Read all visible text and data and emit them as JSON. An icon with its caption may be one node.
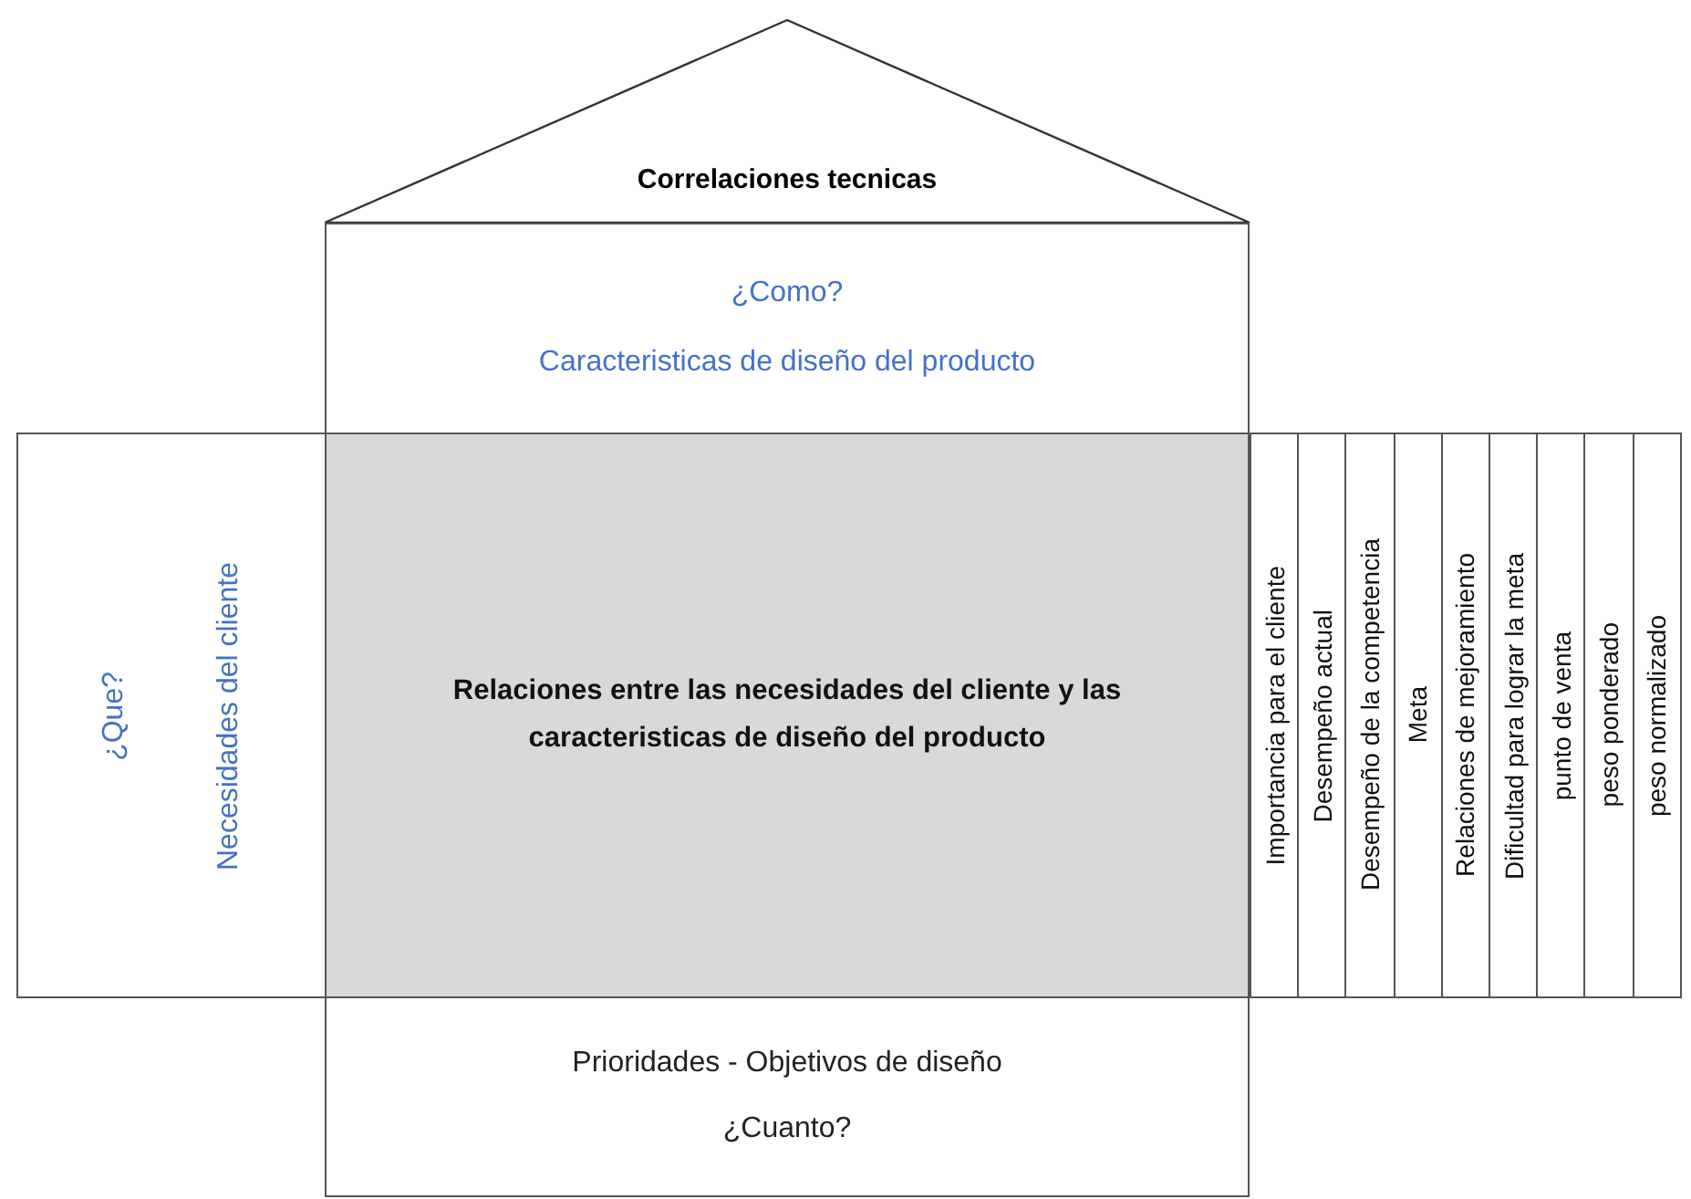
{
  "diagram": {
    "nodes": [
      {
        "text": [
          "Correlaciones tecnicas"
        ]
      },
      {
        "text": [
          "¿Como?",
          "Caracteristicas de diseño del producto"
        ]
      },
      {
        "text": [
          "¿Que?",
          "Necesidades del cliente"
        ]
      },
      {
        "text": [
          "Relaciones entre las necesidades del cliente y las caracteristicas de diseño del producto"
        ]
      },
      {
        "text": [
          "Importancia para el cliente"
        ]
      },
      {
        "text": [
          "Desempeño actual"
        ]
      },
      {
        "text": [
          "Desempeño de la competencia"
        ]
      },
      {
        "text": [
          "Meta"
        ]
      },
      {
        "text": [
          "Relaciones de mejoramiento"
        ]
      },
      {
        "text": [
          "Dificultad para lograr la meta"
        ]
      },
      {
        "text": [
          "punto de venta"
        ]
      },
      {
        "text": [
          "peso ponderado"
        ]
      },
      {
        "text": [
          "peso normalizado"
        ]
      },
      {
        "text": [
          "Prioridades - Objetivos de diseño",
          "¿Cuanto?"
        ]
      }
    ]
  }
}
